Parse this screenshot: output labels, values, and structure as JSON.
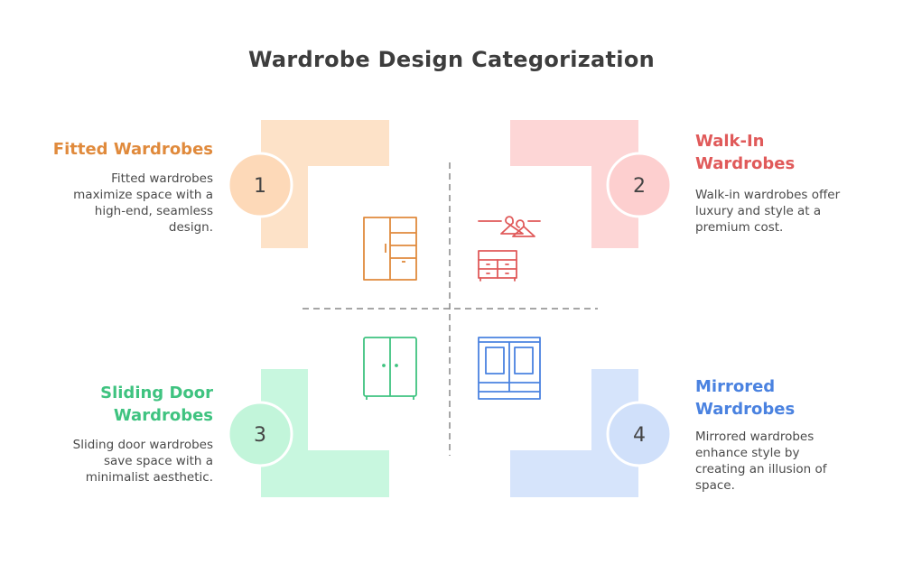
{
  "title": "Wardrobe Design Categorization",
  "colors": {
    "orange": "#e08a3c",
    "orange_fill": "#fde2c8",
    "orange_circle": "#fdd9b8",
    "red": "#e05a5a",
    "red_fill": "#fdd6d6",
    "red_circle": "#fdcfcf",
    "green": "#3fc380",
    "green_fill": "#c8f7df",
    "green_circle": "#c2f5da",
    "blue": "#4a82e0",
    "blue_fill": "#d6e4fb",
    "blue_circle": "#d0e0fa"
  },
  "quadrants": [
    {
      "number": "1",
      "heading": "Fitted Wardrobes",
      "description": "Fitted wardrobes maximize space with a high-end, seamless design.",
      "icon": "fitted-wardrobe-icon"
    },
    {
      "number": "2",
      "heading": "Walk-In Wardrobes",
      "heading_line1": "Walk-In",
      "heading_line2": "Wardrobes",
      "description": "Walk-in wardrobes offer luxury and style at a premium cost.",
      "icon": "hangers-dresser-icon"
    },
    {
      "number": "3",
      "heading": "Sliding Door Wardrobes",
      "heading_line1": "Sliding Door",
      "heading_line2": "Wardrobes",
      "description": "Sliding door wardrobes save space with a minimalist aesthetic.",
      "icon": "sliding-door-wardrobe-icon"
    },
    {
      "number": "4",
      "heading": "Mirrored Wardrobes",
      "heading_line1": "Mirrored",
      "heading_line2": "Wardrobes",
      "description": "Mirrored wardrobes enhance style by creating an illusion of space.",
      "icon": "mirrored-wardrobe-icon"
    }
  ]
}
